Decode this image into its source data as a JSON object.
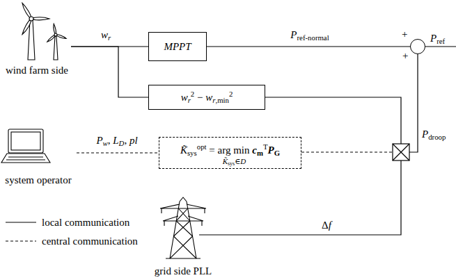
{
  "diagram": {
    "nodes": [
      {
        "text": [
          "wind farm side"
        ]
      },
      {
        "text": [
          "MPPT"
        ]
      },
      {
        "text": [
          "+",
          "+"
        ]
      },
      {
        "text": [
          "wr2 − wr,min2"
        ]
      },
      {
        "text": [
          "system operator"
        ]
      },
      {
        "text": [
          "K̃sysopt = arg min cmTPG",
          "K̃sys∈D"
        ]
      },
      {
        "text": [
          "grid side PLL"
        ]
      }
    ],
    "edges": [
      {
        "from": 0,
        "to": 1,
        "label": "wr",
        "arrow": "none"
      },
      {
        "from": 0,
        "to": 3,
        "arrow": "none"
      },
      {
        "from": 1,
        "to": 2,
        "label": "Pref-normal",
        "arrow": "none"
      },
      {
        "from": 4,
        "to": 5,
        "label": "Pw, LD, pl",
        "arrow": "none"
      }
    ],
    "labels": [
      "Pref",
      "Pdroop",
      "Δf"
    ],
    "legend": [
      {
        "text": "local communication"
      },
      {
        "text": "central communication"
      }
    ]
  }
}
